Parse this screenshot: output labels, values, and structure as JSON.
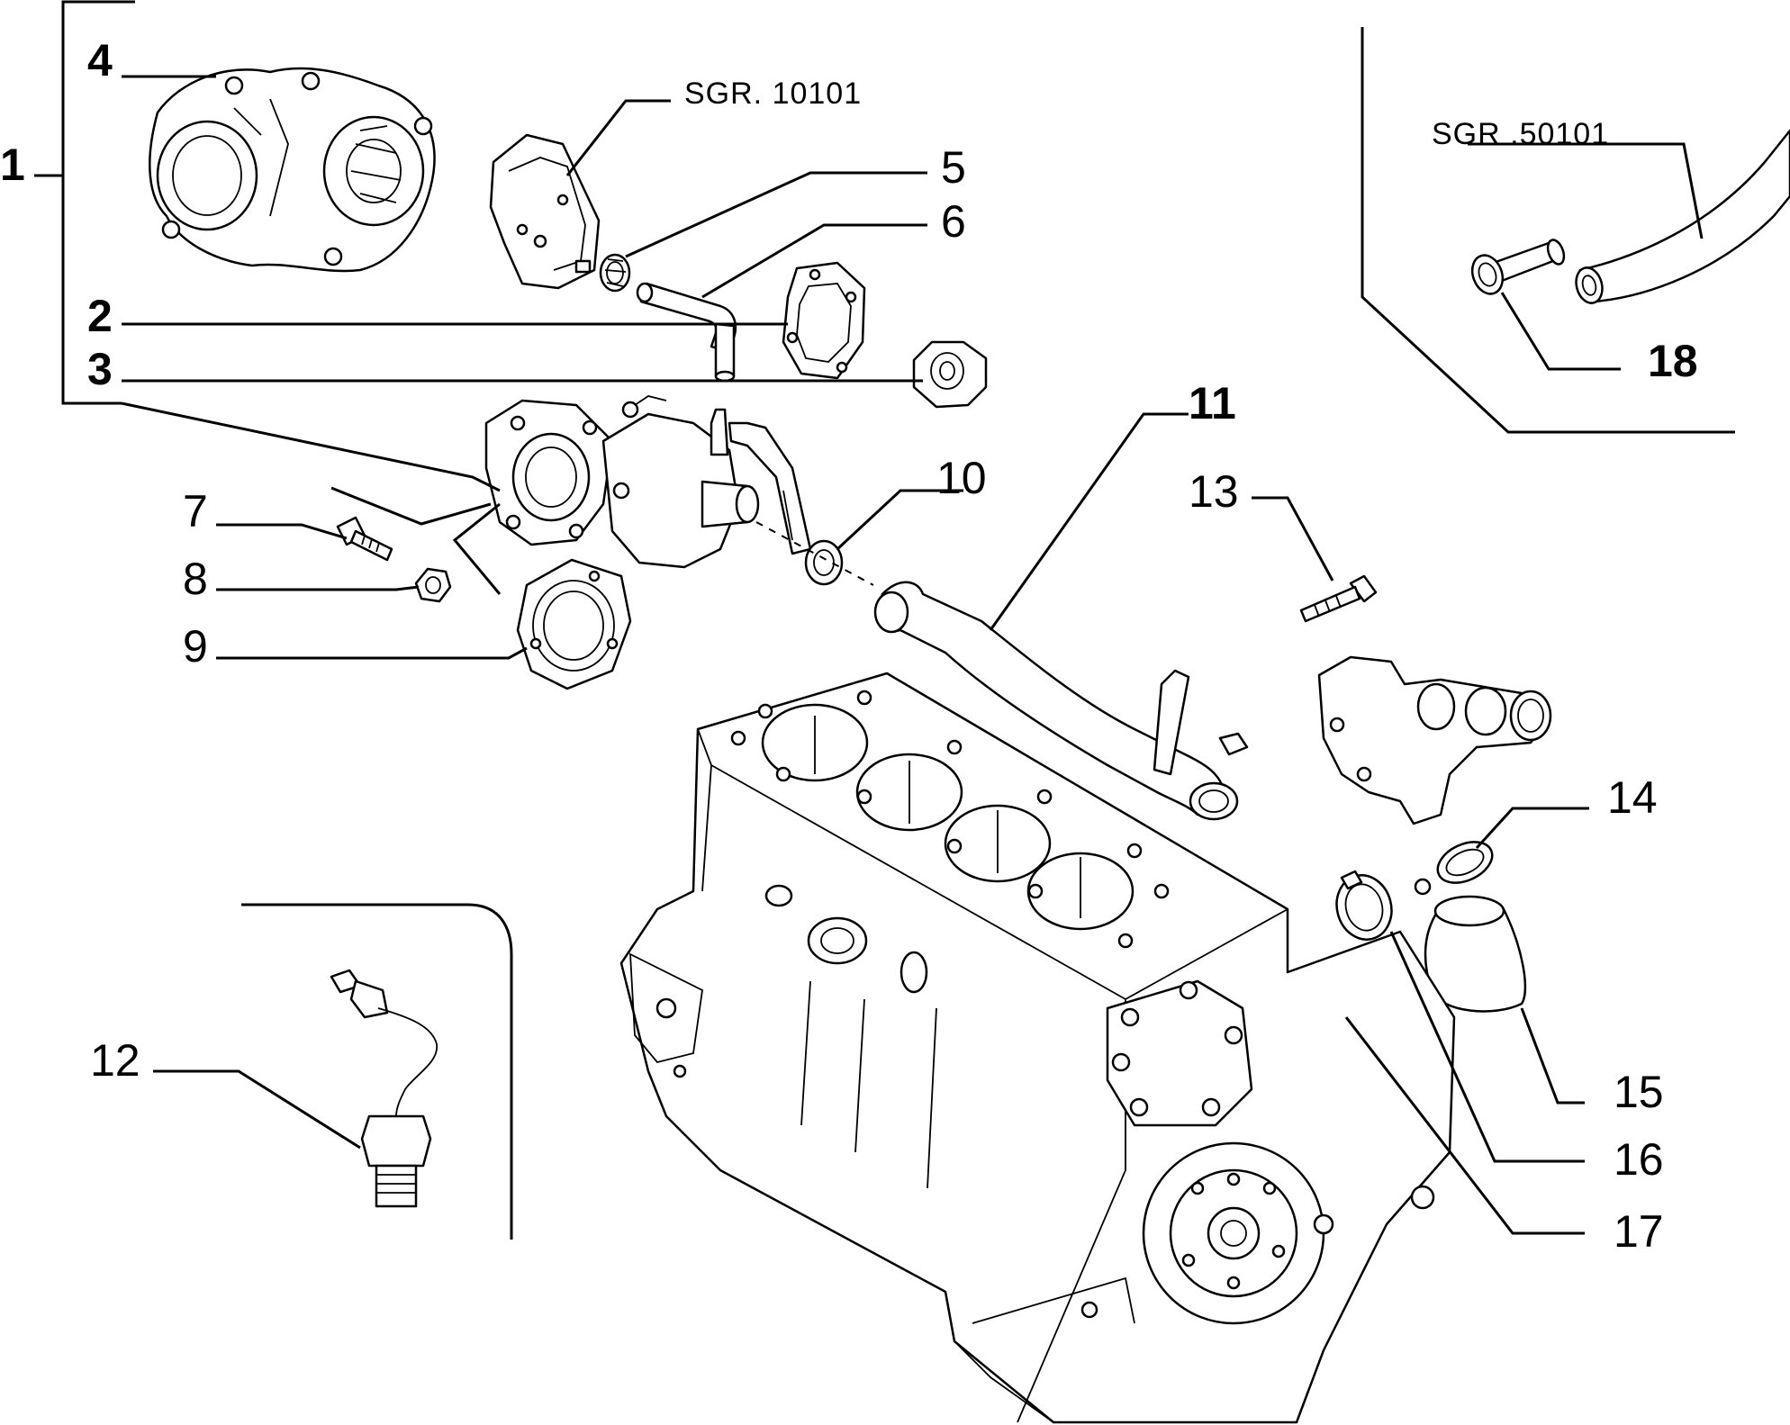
{
  "callouts": {
    "c1": "1",
    "c2": "2",
    "c3": "3",
    "c4": "4",
    "c5": "5",
    "c6": "6",
    "c7": "7",
    "c8": "8",
    "c9": "9",
    "c10": "10",
    "c11": "11",
    "c12": "12",
    "c13": "13",
    "c14": "14",
    "c15": "15",
    "c16": "16",
    "c17": "17",
    "c18": "18"
  },
  "references": {
    "sgr1": "SGR. 10101",
    "sgr2": "SGR .50101"
  }
}
